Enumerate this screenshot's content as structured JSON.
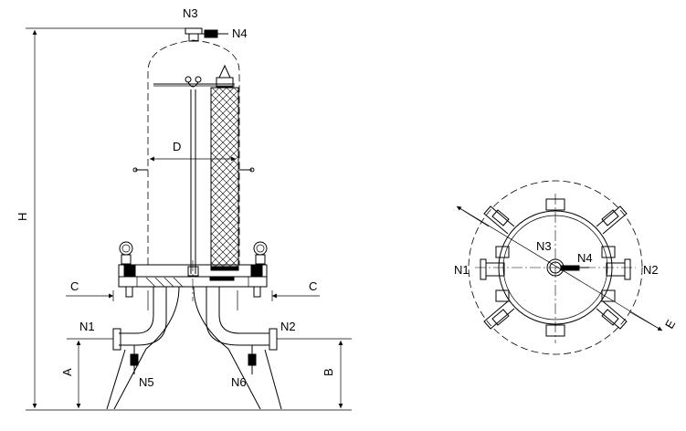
{
  "labels": {
    "n1": "N1",
    "n2": "N2",
    "n3": "N3",
    "n4": "N4",
    "n5": "N5",
    "n6": "N6",
    "h": "H",
    "d": "D",
    "c": "C",
    "a": "A",
    "b": "B",
    "e": "E"
  }
}
